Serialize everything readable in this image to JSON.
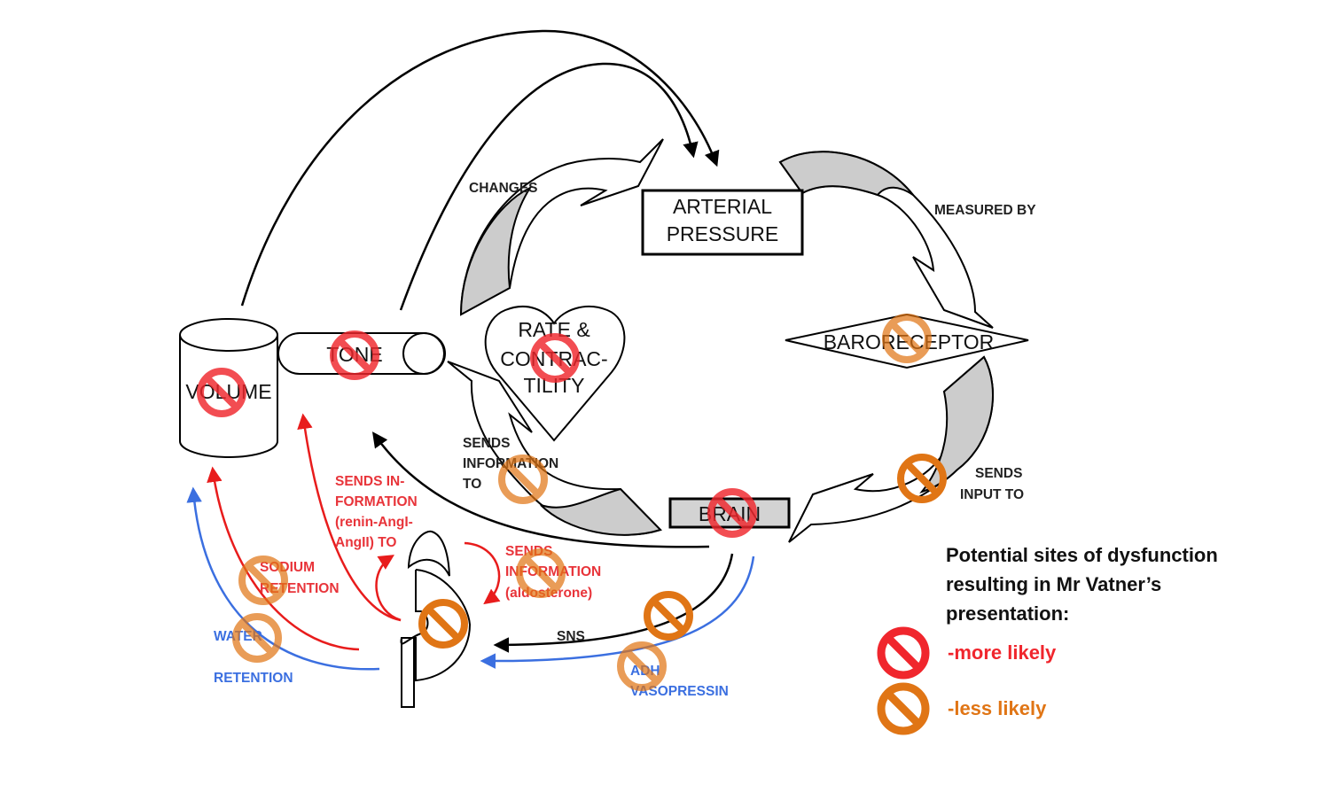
{
  "nodes": {
    "arterial_pressure": [
      "ARTERIAL",
      "PRESSURE"
    ],
    "baroreceptor": "BARORECEPTOR",
    "brain": "BRAIN",
    "heart": [
      "RATE &",
      "CONTRAC-",
      "TILITY"
    ],
    "tone": "TONE",
    "volume": "VOLUME"
  },
  "labels": {
    "changes": "CHANGES",
    "measured_by": "MEASURED BY",
    "sends_input_to": [
      "SENDS",
      "INPUT TO"
    ],
    "sends_information_to": [
      "SENDS",
      "INFORMATION",
      "TO"
    ],
    "sends_information_renin": [
      "SENDS IN-",
      "FORMATION",
      "(renin-AngI-",
      "AngII) TO"
    ],
    "sends_information_aldosterone": [
      "SENDS",
      "INFORMATION",
      "(aldosterone)"
    ],
    "sns": "SNS",
    "adh": [
      "ADH",
      "VASOPRESSIN"
    ],
    "sodium_retention": [
      "SODIUM",
      "RETENTION"
    ],
    "water_retention": [
      "WATER",
      "RETENTION"
    ]
  },
  "legend": {
    "title": [
      "Potential sites of dysfunction",
      "resulting in Mr Vatner’s",
      "presentation:"
    ],
    "more_likely": "-more likely",
    "less_likely": "-less likely"
  },
  "colors": {
    "more_likely": "#f0262d",
    "less_likely": "#e07515",
    "red_pathway": "#e81c1c",
    "blue_pathway": "#3b6fe0",
    "arrow_fill": "#cccccc"
  },
  "dysfunction_sites": [
    {
      "site": "volume",
      "likelihood": "more_likely"
    },
    {
      "site": "tone",
      "likelihood": "more_likely"
    },
    {
      "site": "rate_contractility",
      "likelihood": "more_likely"
    },
    {
      "site": "brain",
      "likelihood": "more_likely"
    },
    {
      "site": "baroreceptor",
      "likelihood": "less_likely"
    },
    {
      "site": "sends_input_to",
      "likelihood": "less_likely"
    },
    {
      "site": "sends_information_to",
      "likelihood": "less_likely"
    },
    {
      "site": "aldosterone",
      "likelihood": "less_likely"
    },
    {
      "site": "kidney",
      "likelihood": "less_likely"
    },
    {
      "site": "sns",
      "likelihood": "less_likely"
    },
    {
      "site": "adh_vasopressin",
      "likelihood": "less_likely"
    },
    {
      "site": "sodium_retention",
      "likelihood": "less_likely"
    },
    {
      "site": "water_retention",
      "likelihood": "less_likely"
    }
  ]
}
